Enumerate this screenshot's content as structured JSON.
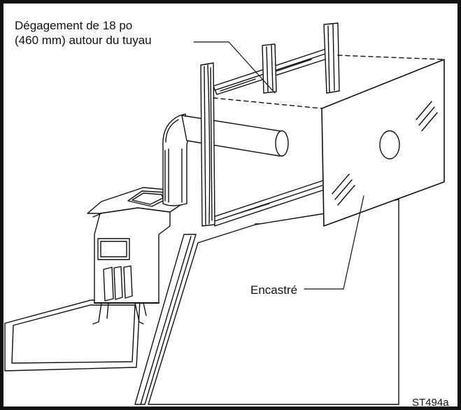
{
  "labels": {
    "clearance_line1": "Dégagement de 18 po",
    "clearance_line2": "(460 mm) autour du tuyau",
    "flush": "Encastré",
    "figure_code": "ST494a"
  },
  "colors": {
    "ink": "#111111",
    "paper": "#ffffff",
    "frame": "#111111"
  },
  "icons": {
    "stove": "wood-stove-illustration",
    "framing": "wall-framing-studs",
    "panel": "wall-shield-panel"
  }
}
